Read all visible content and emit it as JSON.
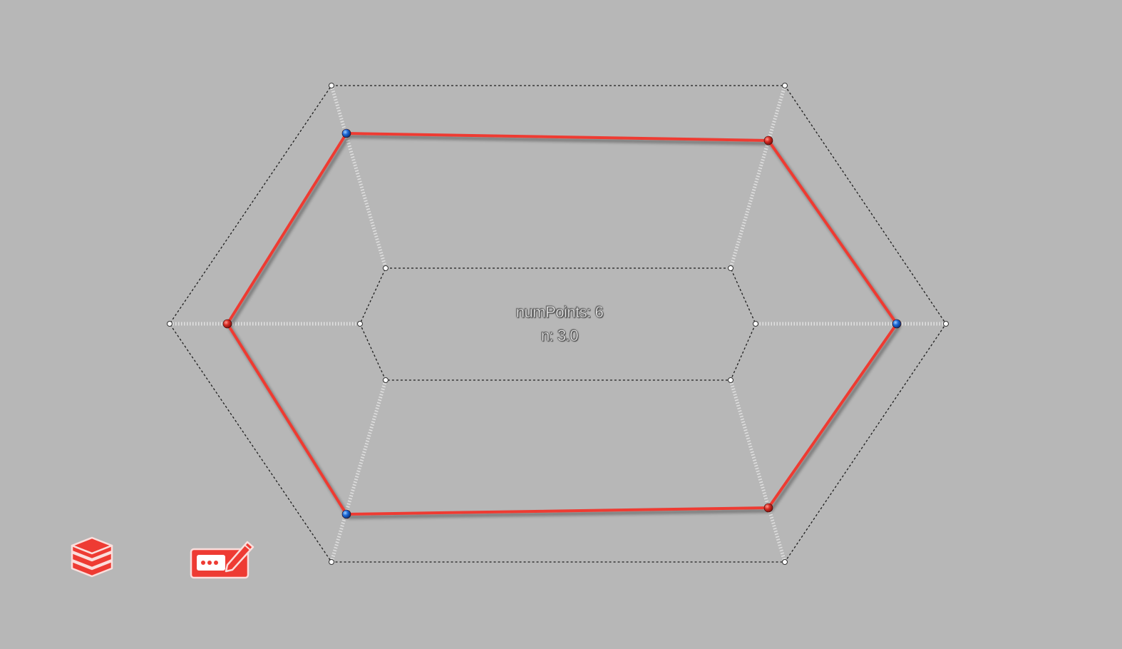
{
  "info": {
    "num_points": "numPoints: 6",
    "n_value": "n: 3.0"
  },
  "colors": {
    "background": "#b7b7b7",
    "shape_stroke": "#ee3b33",
    "control_point_red": "#d62a22",
    "control_point_blue": "#1a66d6",
    "guide_dash": "#1e1e1e",
    "spoke": "#e6e6e6",
    "icon_red": "#ee3b33"
  },
  "toolbar": {
    "layers_icon": "layers-stack-icon",
    "edit_icon": "edit-input-pencil-icon"
  },
  "shape": {
    "num_points": 6,
    "n": 3.0
  }
}
